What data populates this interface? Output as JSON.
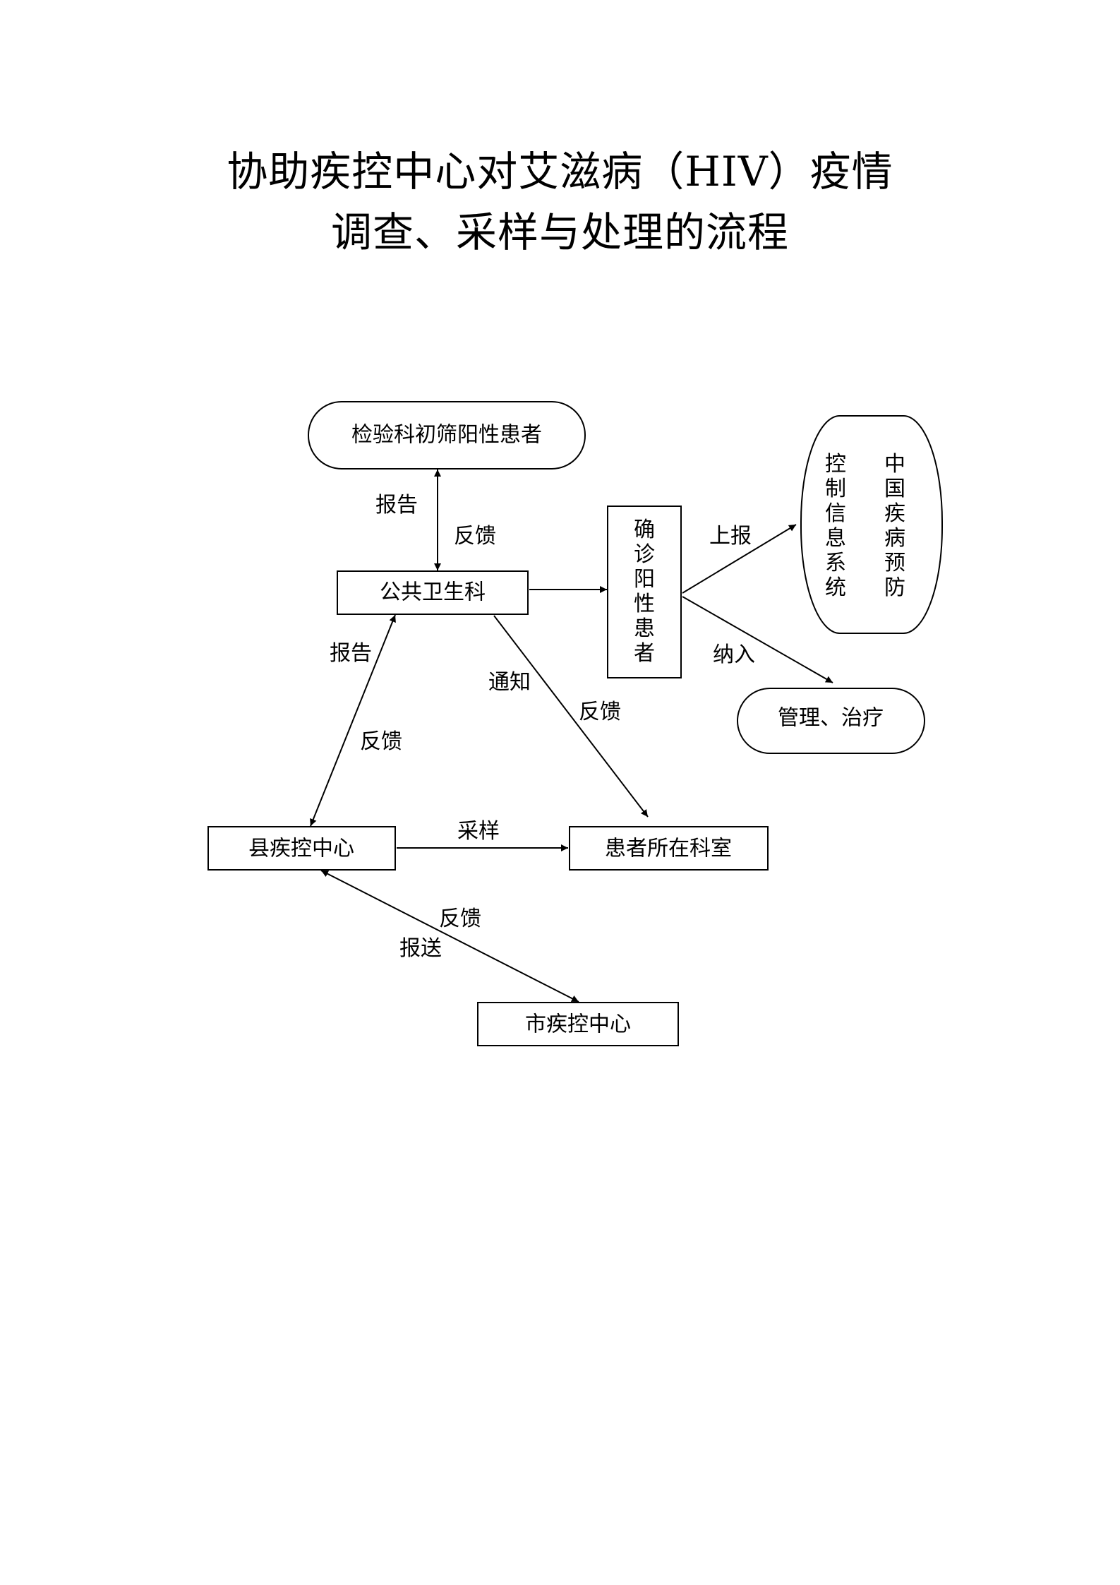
{
  "title": {
    "line1": "协助疾控中心对艾滋病（HIV）疫情",
    "line2": "调查、采样与处理的流程"
  },
  "nodes": {
    "lab_screening": "检验科初筛阳性患者",
    "public_health": "公共卫生科",
    "confirmed_patient": "确诊阳性患者",
    "cdc_system_col1": "中国疾病预防",
    "cdc_system_col2": "控制信息系统",
    "management_treatment": "管理、治疗",
    "county_cdc": "县疾控中心",
    "patient_department": "患者所在科室",
    "city_cdc": "市疾控中心"
  },
  "edge_labels": {
    "lab_report": "报告",
    "lab_feedback": "反馈",
    "upload_report": "上报",
    "include": "纳入",
    "county_report": "报告",
    "county_feedback": "反馈",
    "notify": "通知",
    "dept_feedback": "反馈",
    "sampling": "采样",
    "city_feedback": "反馈",
    "send_report": "报送"
  },
  "colors": {
    "stroke": "#000000",
    "background": "#ffffff"
  }
}
